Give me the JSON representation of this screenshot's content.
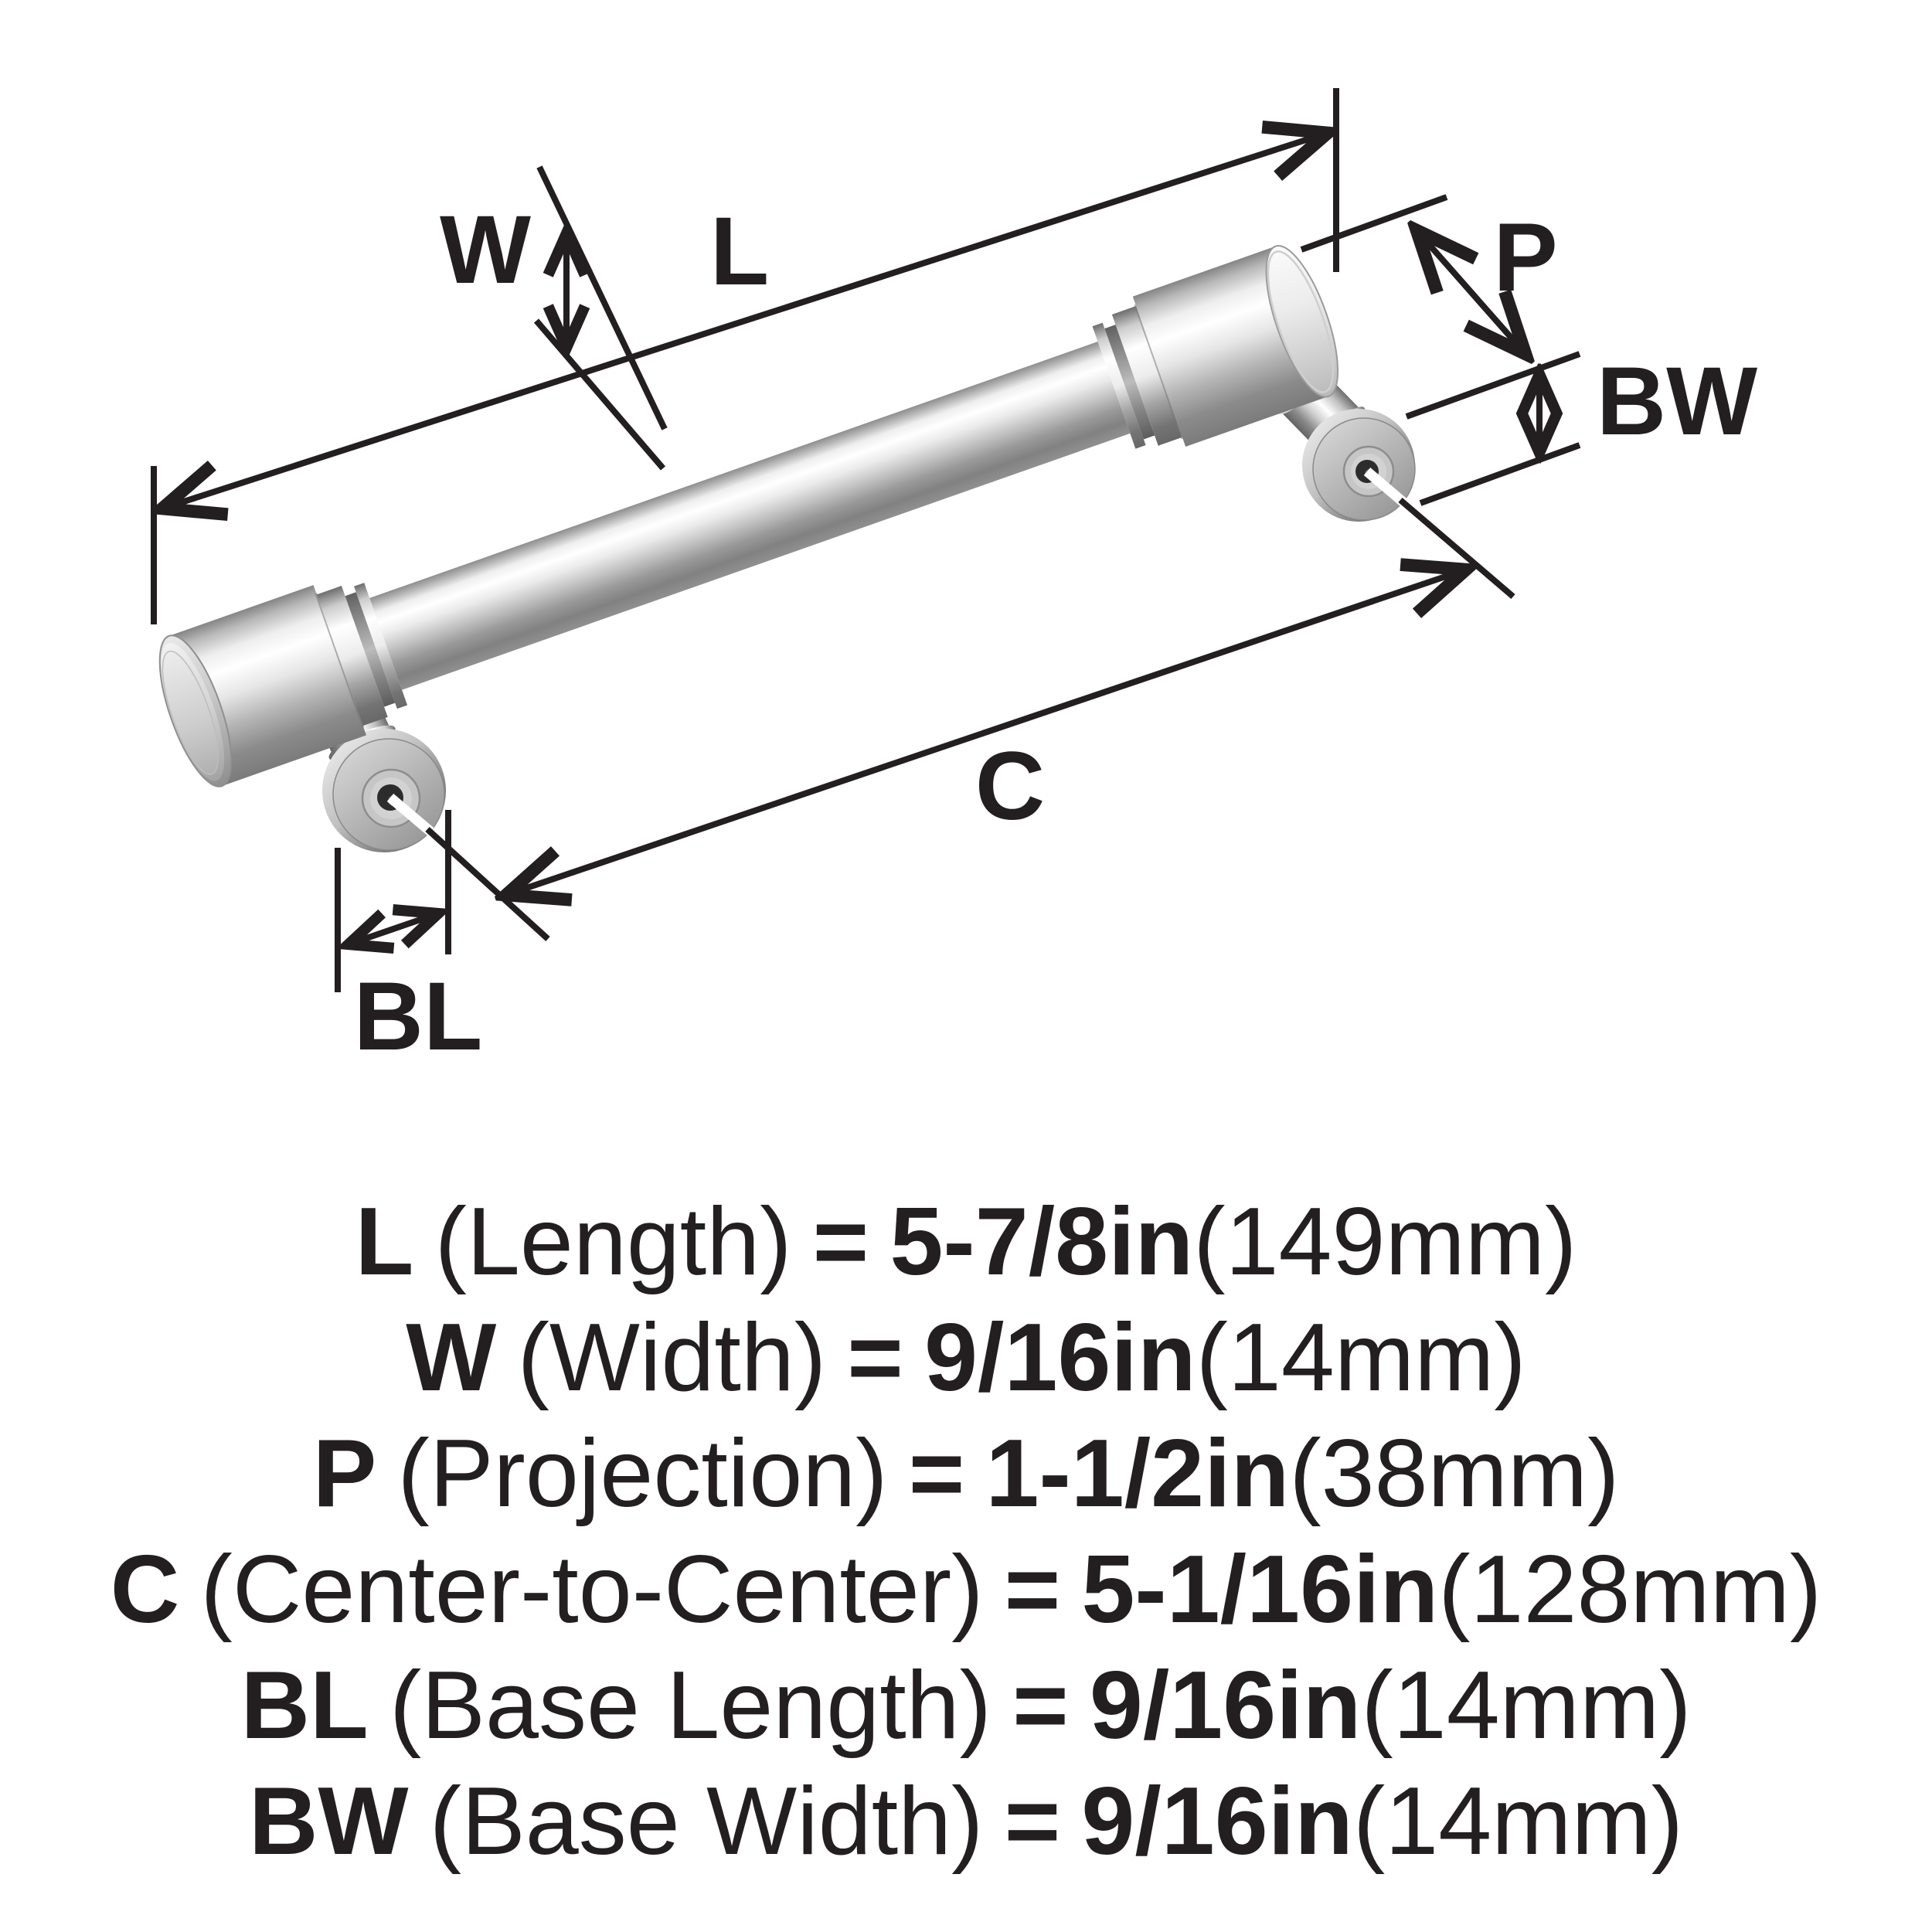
{
  "diagram": {
    "labels": {
      "width": "W",
      "length": "L",
      "projection": "P",
      "base_width": "BW",
      "center_to_center": "C",
      "base_length": "BL"
    }
  },
  "specs": [
    {
      "symbol": "L",
      "name": "(Length)",
      "equals": "=",
      "imperial": "5-7/8in",
      "metric": "(149mm)"
    },
    {
      "symbol": "W",
      "name": "(Width)",
      "equals": "=",
      "imperial": "9/16in",
      "metric": "(14mm)"
    },
    {
      "symbol": "P",
      "name": "(Projection)",
      "equals": "=",
      "imperial": "1-1/2in",
      "metric": "(38mm)"
    },
    {
      "symbol": "C",
      "name": "(Center-to-Center)",
      "equals": "=",
      "imperial": "5-1/16in",
      "metric": "(128mm)"
    },
    {
      "symbol": "BL",
      "name": "(Base Length)",
      "equals": "=",
      "imperial": "9/16in",
      "metric": "(14mm)"
    },
    {
      "symbol": "BW",
      "name": "(Base Width)",
      "equals": "=",
      "imperial": "9/16in",
      "metric": "(14mm)"
    }
  ],
  "colors": {
    "ink": "#231f20",
    "background": "#ffffff",
    "metal_highlight": "#ffffff",
    "metal_mid": "#c9c9c9",
    "metal_shadow": "#6f6f6f"
  }
}
